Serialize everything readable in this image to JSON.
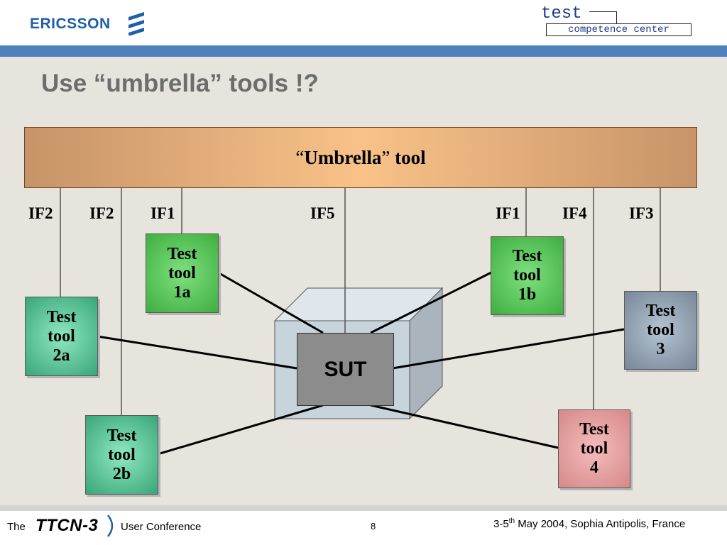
{
  "header": {
    "brand": "ERICSSON",
    "logo_icon": "ericsson-stripes-icon",
    "tcc_top": "test",
    "tcc_bottom": "competence center",
    "brand_color": "#1f5fa8",
    "bar_color": "#4f81bd"
  },
  "title": "Use “umbrella” tools !?",
  "umbrella": {
    "open_quote": "“",
    "word": "Umbrella",
    "close_quote": "”",
    "rest": " tool"
  },
  "interfaces": {
    "if2_left": "IF2",
    "if2_mid": "IF2",
    "if1_left": "IF1",
    "if5": "IF5",
    "if1_right": "IF1",
    "if4": "IF4",
    "if3": "IF3"
  },
  "tools": {
    "t1a": "Test\ntool\n1a",
    "t1b": "Test\ntool\n1b",
    "t2a": "Test\ntool\n2a",
    "t2b": "Test\ntool\n2b",
    "t3": "Test\ntool\n3",
    "t4": "Test\ntool\n4"
  },
  "sut": "SUT",
  "colors": {
    "tool1": "#49c049",
    "tool2": "#4cc090",
    "tool3": "#8a9aa8",
    "tool4": "#e09999",
    "umbrella": "#f8c288",
    "sut": "#8c8c8c",
    "cube": "#c8d4dc"
  },
  "footer": {
    "the": "The",
    "ttcn_logo": "TTCN-3",
    "conference": "User Conference",
    "page": "8",
    "date_prefix": "3-5",
    "date_sup": "th",
    "date_rest": " May 2004, Sophia Antipolis, France"
  }
}
